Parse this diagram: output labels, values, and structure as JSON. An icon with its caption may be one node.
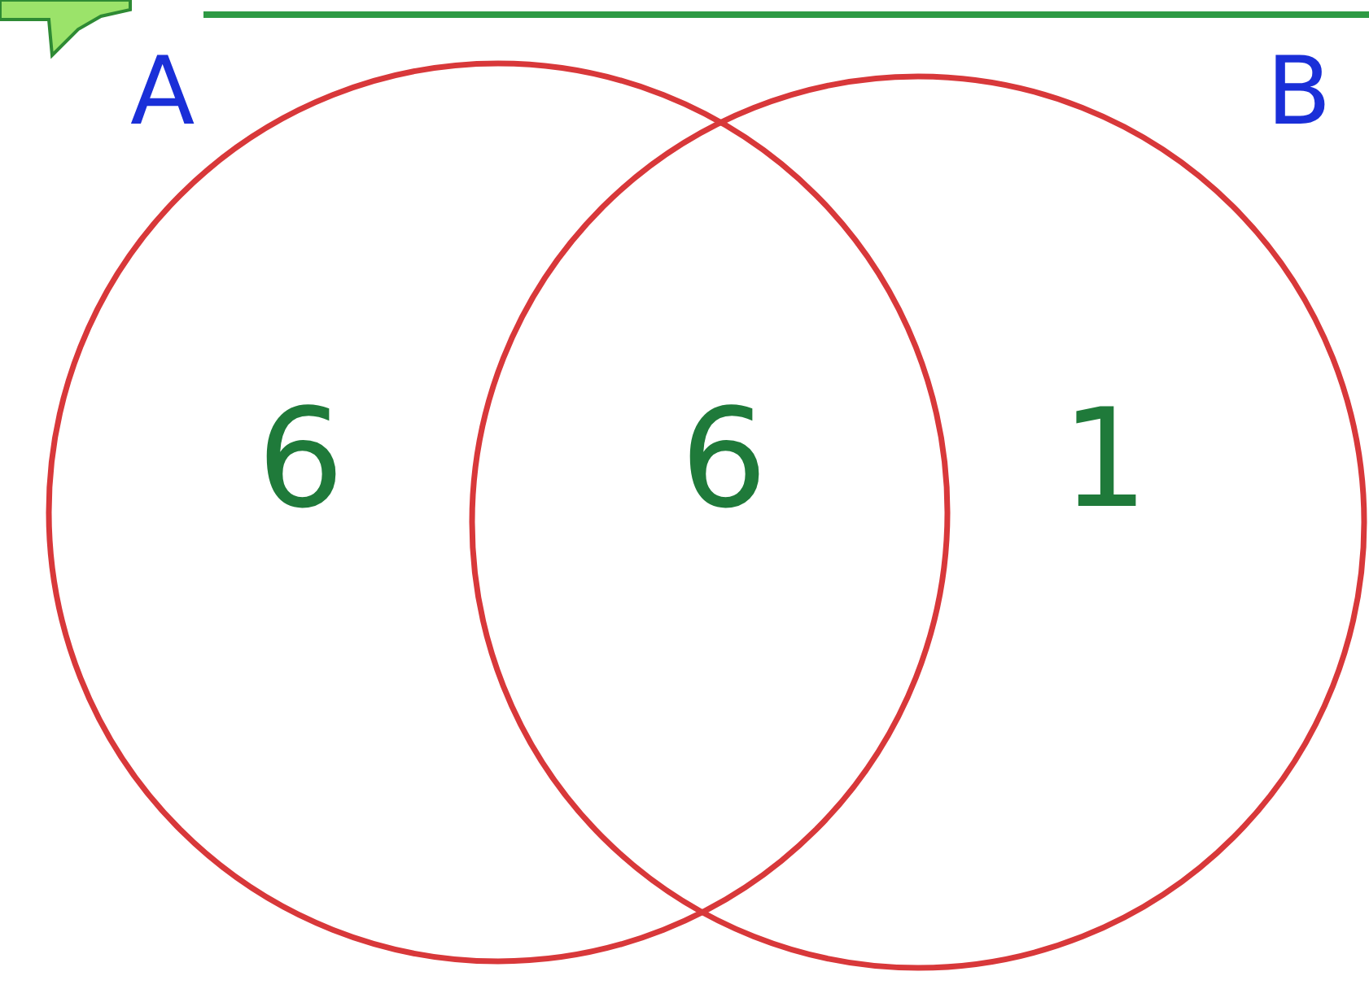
{
  "diagram": {
    "nodes": [
      {
        "text": [
          "A"
        ]
      },
      {
        "text": [
          "B"
        ]
      }
    ],
    "labels": [
      "6",
      "6",
      "1"
    ]
  }
}
